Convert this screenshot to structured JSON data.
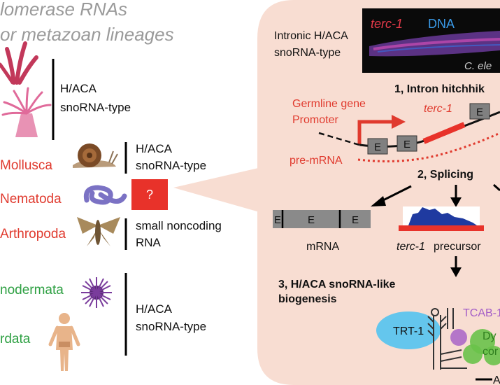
{
  "title": {
    "line1": "lomerase RNAs",
    "line2": "or metazoan lineages"
  },
  "groups": {
    "top_label": [
      "H/ACA",
      "snoRNA-type"
    ],
    "mollusca_label": [
      "H/ACA",
      "snoRNA-type"
    ],
    "arthropoda_label": [
      "small noncoding",
      "RNA"
    ],
    "bottom_label": [
      "H/ACA",
      "snoRNA-type"
    ]
  },
  "taxa": {
    "mollusca": "Mollusca",
    "nematoda": "Nematoda",
    "arthropoda": "Arthropoda",
    "echinodermata": "nodermata",
    "chordata": "rdata"
  },
  "question_mark": "?",
  "panel": {
    "intronic": [
      "Intronic H/ACA",
      "snoRNA-type"
    ],
    "micrograph": {
      "label_terc": "terc-1",
      "label_dna": "DNA",
      "label_species": "C. ele"
    },
    "step1": "1, Intron hitchhik",
    "germline": [
      "Germline gene",
      "Promoter"
    ],
    "terc_label": "terc-1",
    "exon_letter": "E",
    "premrna": "pre-mRNA",
    "step2": "2, Splicing",
    "mrna": "mRNA",
    "precursor_terc": "terc-1",
    "precursor": "precursor",
    "step3": [
      "3, H/ACA snoRNA-like",
      "biogenesis"
    ],
    "trt1": "TRT-1",
    "tcab": "TCAB-1",
    "dy": [
      "Dy",
      "cor"
    ],
    "a_label": "A"
  },
  "colors": {
    "panel_bg": "#f8ddd2",
    "red": "#e03a2e",
    "green": "#2ea043",
    "gray_title": "#9a9a9a",
    "exon_gray": "#808080",
    "trt_blue": "#55c3ee",
    "tcab_purple": "#a35cc7",
    "dyskerin_green": "#69c24a"
  }
}
